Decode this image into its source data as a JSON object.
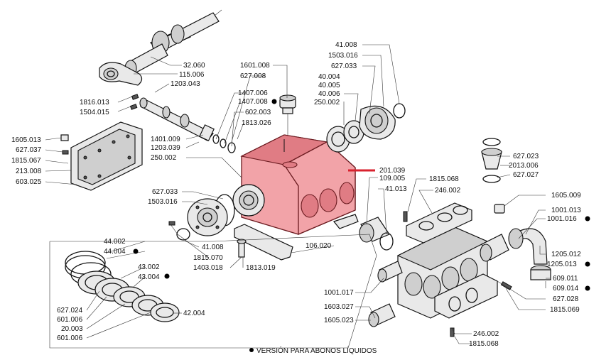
{
  "labels": {
    "l32060": "32.060",
    "l115006": "115.006",
    "l1816013": "1816.013",
    "l1504015": "1504.015",
    "l1203043": "1203.043",
    "l1601008": "1601.008",
    "l627008": "627.008",
    "l1407006": "1407.006",
    "l1407008": "1407.008",
    "l602003": "602.003",
    "l1813026": "1813.026",
    "l1401009": "1401.009",
    "l1203039": "1203.039",
    "l250002a": "250.002",
    "l1605013": "1605.013",
    "l627037": "627.037",
    "l1815067": "1815.067",
    "l213008": "213.008",
    "l603025": "603.025",
    "l41008a": "41.008",
    "l1503016a": "1503.016",
    "l627033a": "627.033",
    "l40004": "40.004",
    "l40005": "40.005",
    "l40006": "40.006",
    "l250002b": "250.002",
    "l201039": "201.039",
    "l109005": "109.005",
    "l41013": "41.013",
    "l1815068a": "1815.068",
    "l246002a": "246.002",
    "l627023": "627.023",
    "l2013006": "2013.006",
    "l627027": "627.027",
    "l1605009": "1605.009",
    "l1001013": "1001.013",
    "l1001016": "1001.016",
    "l627033b": "627.033",
    "l1503016b": "1503.016",
    "l41008b": "41.008",
    "l1815070": "1815.070",
    "l1403018": "1403.018",
    "l1813019": "1813.019",
    "l106020": "106.020",
    "l44002": "44.002",
    "l44004": "44.004",
    "l43002": "43.002",
    "l43004": "43.004",
    "l627024": "627.024",
    "l601006a": "601.006",
    "l20003": "20.003",
    "l601006b": "601.006",
    "l42004": "42.004",
    "l1205012": "1205.012",
    "l1205013": "1205.013",
    "l609011": "609.011",
    "l609014": "609.014",
    "l627028": "627.028",
    "l1815069": "1815.069",
    "l1001017": "1001.017",
    "l1603027": "1603.027",
    "l1605023": "1605.023",
    "l246002b": "246.002",
    "l1815068b": "1815.068"
  },
  "footnote": "VERSIÓN PARA ABONOS LÍQUIDOS",
  "colors": {
    "highlight_fill": "#f2a3a8",
    "highlight_line": "#d8222e",
    "marker": "#000000"
  }
}
